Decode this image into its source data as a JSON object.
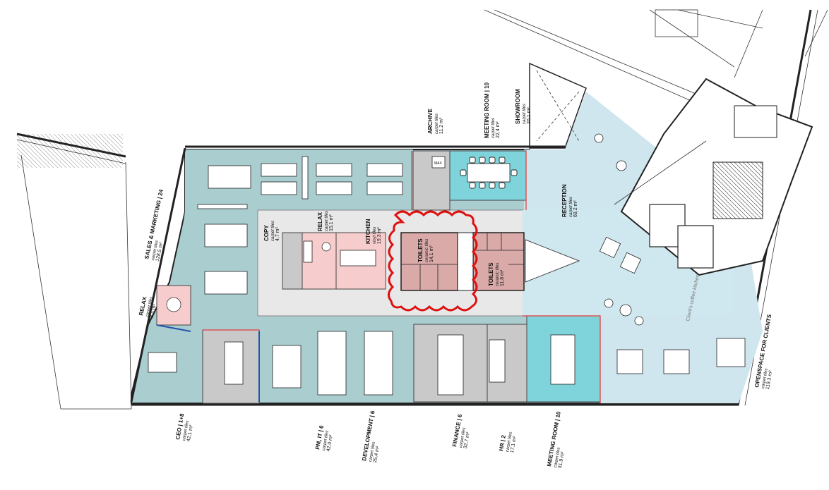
{
  "colors": {
    "office_teal": "#aacdd0",
    "light_blue": "#cfe6ee",
    "meeting_cyan": "#7fd3db",
    "grey_room": "#c9c9c9",
    "pink": "#f7cccc",
    "toilet_pink": "#d9aaa8",
    "core_grey": "#e8e8e8",
    "cloud_red": "#dd1111",
    "partition_red": "#e05555",
    "door_blue": "#2255aa"
  },
  "rooms": {
    "archive": {
      "name": "ARCHIVE",
      "sub": "carpet tiles",
      "area": "11,2 m²"
    },
    "meeting_top": {
      "name": "MEETING ROOM | 10",
      "sub": "carpet tiles",
      "area": "22,4 m²"
    },
    "showroom": {
      "name": "SHOWROOM",
      "sub": "carpet tiles",
      "area": "20,1 m²"
    },
    "reception": {
      "name": "RECEPTION",
      "sub": "carpet tiles",
      "area": "69,2 m²"
    },
    "sales": {
      "name": "SALES & MARKETING | 24",
      "sub": "carpet tiles",
      "area": "128,5 m²"
    },
    "copy": {
      "name": "COPY",
      "sub": "carpet tiles",
      "area": "4,7 m²"
    },
    "relax_top": {
      "name": "RELAX",
      "sub": "carpet tiles",
      "area": "15,1 m²"
    },
    "kitchen": {
      "name": "KITCHEN",
      "sub": "vinyl tiles",
      "area": "19,3 m²"
    },
    "toilets_1": {
      "name": "TOILETS",
      "sub": "ceramic tiles",
      "area": "14,1 m²"
    },
    "toilets_2": {
      "name": "TOILETS",
      "sub": "ceramic tiles",
      "area": "11,8 m²"
    },
    "relax_left": {
      "name": "RELAX",
      "sub": "carpet tiles",
      "area": "8,5 m²"
    },
    "clients_coffee": {
      "name": "Client's coffee kitchen"
    },
    "openspace": {
      "name": "OPENSPACE FOR CLIENTS",
      "sub": "carpet tiles",
      "area": "119,3 m²"
    },
    "ceo": {
      "name": "CEO | 1+8",
      "sub": "carpet tiles",
      "area": "42,1 m²"
    },
    "pm_it": {
      "name": "PM, IT | 6",
      "sub": "carpet tiles",
      "area": "42,0 m²"
    },
    "development": {
      "name": "DEVELOPMENT | 6",
      "sub": "carpet tiles",
      "area": "25,4 m²"
    },
    "finance": {
      "name": "FINANCE | 6",
      "sub": "carpet tiles",
      "area": "32,7 m²"
    },
    "hr": {
      "name": "HR | 2",
      "sub": "carpet tiles",
      "area": "17,1 m²"
    },
    "meeting_bottom": {
      "name": "MEETING ROOM | 10",
      "sub": "carpet tiles",
      "area": "31,9 m²"
    }
  },
  "equipment": {
    "copier_label": "MAX"
  }
}
